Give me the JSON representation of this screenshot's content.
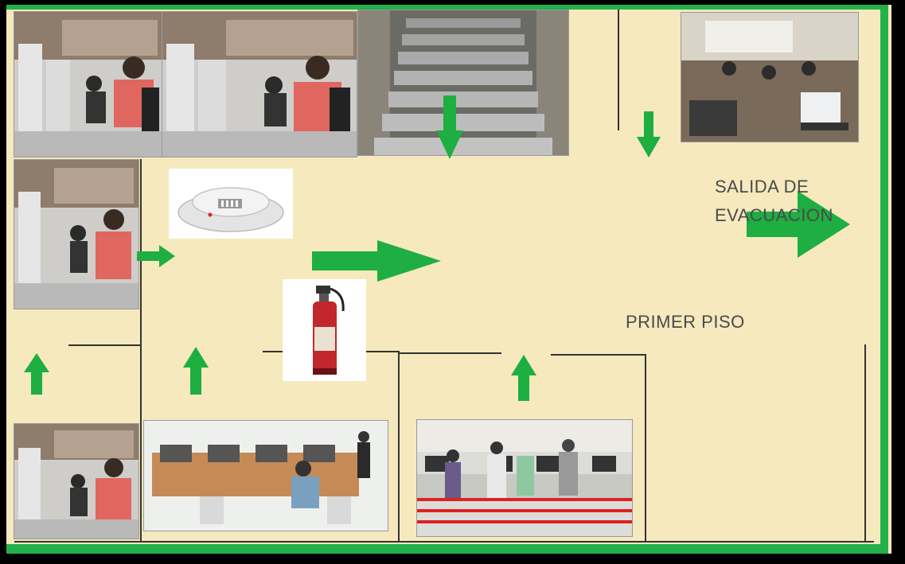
{
  "labels": {
    "exit_line1": "SALIDA DE",
    "exit_line2": "EVACUACION",
    "floor": "PRIMER PISO"
  },
  "colors": {
    "background": "#f5e9bd",
    "frame": "#23b04a",
    "arrow": "#1eae41",
    "wall": "#333333"
  },
  "icons": {
    "smoke_detector": "smoke-detector-icon",
    "fire_extinguisher": "fire-extinguisher-icon"
  }
}
